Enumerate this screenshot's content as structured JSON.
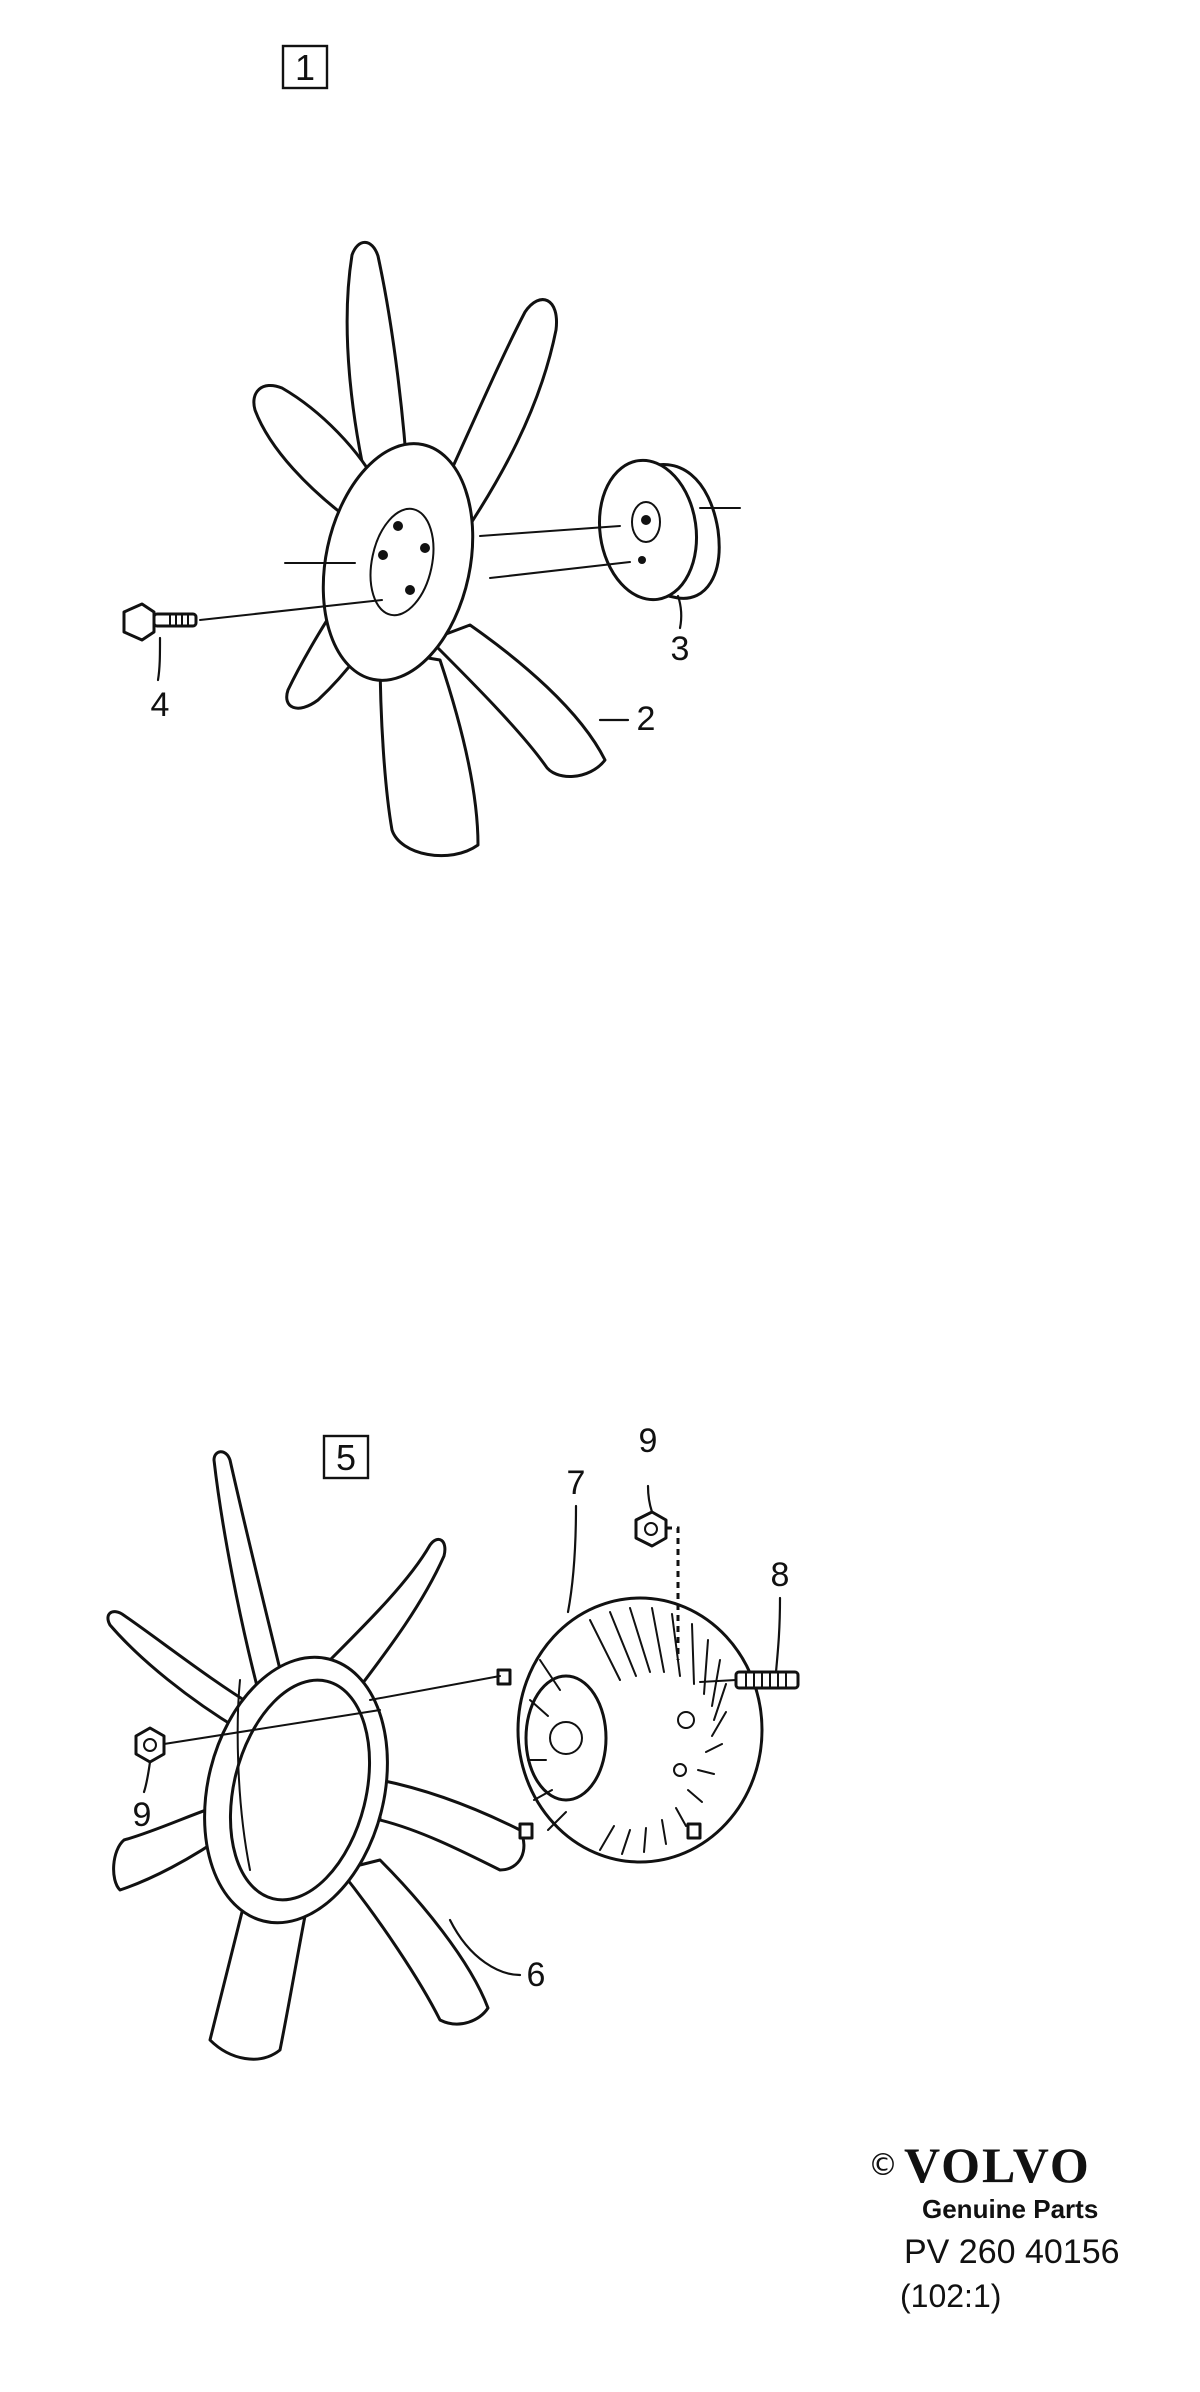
{
  "groups": [
    {
      "id": "group-1",
      "number": "1"
    },
    {
      "id": "group-5",
      "number": "5"
    }
  ],
  "callouts": {
    "fan_blade": "2",
    "spacer_hub": "3",
    "bolt": "4",
    "fan_blade_large": "6",
    "viscous_coupling": "7",
    "stud": "8",
    "nut_top": "9",
    "nut_left": "9"
  },
  "footer": {
    "copyright_symbol": "©",
    "brand": "VOLVO",
    "tagline": "Genuine Parts",
    "reference": "PV 260 40156",
    "code": "(102:1)"
  },
  "icons": {
    "fan": "fan-icon",
    "coupling": "viscous-coupling-icon",
    "bolt": "bolt-icon",
    "nut": "nut-icon"
  }
}
